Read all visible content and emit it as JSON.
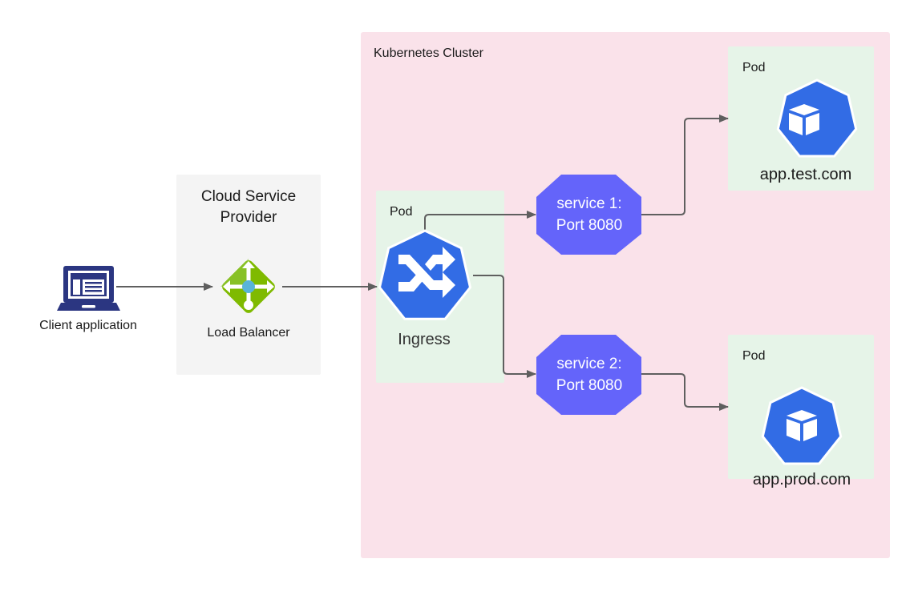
{
  "colors": {
    "cluster_bg": "#fae2ea",
    "csp_bg": "#f4f4f4",
    "pod_bg": "#e6f4e8",
    "k8s_blue": "#326ce5",
    "service_purple": "#6464fa",
    "lb_green": "#7fba00",
    "lb_center_blue": "#59b4d9",
    "client_navy": "#2b3681",
    "connector": "#5f5f5f"
  },
  "client": {
    "label": "Client application",
    "icon": "laptop-icon"
  },
  "cloud_provider": {
    "title_line1": "Cloud Service",
    "title_line2": "Provider",
    "load_balancer": {
      "label": "Load Balancer",
      "icon": "load-balancer-icon"
    }
  },
  "cluster": {
    "title": "Kubernetes Cluster",
    "ingress_pod": {
      "label": "Pod",
      "ingress_label": "Ingress",
      "icon": "ingress-icon"
    },
    "services": [
      {
        "line1": "service 1:",
        "line2": "Port 8080"
      },
      {
        "line1": "service 2:",
        "line2": "Port 8080"
      }
    ],
    "app_pods": [
      {
        "label": "Pod",
        "host": "app.test.com",
        "icon": "pod-cube-icon"
      },
      {
        "label": "Pod",
        "host": "app.prod.com",
        "icon": "pod-cube-icon"
      }
    ]
  }
}
